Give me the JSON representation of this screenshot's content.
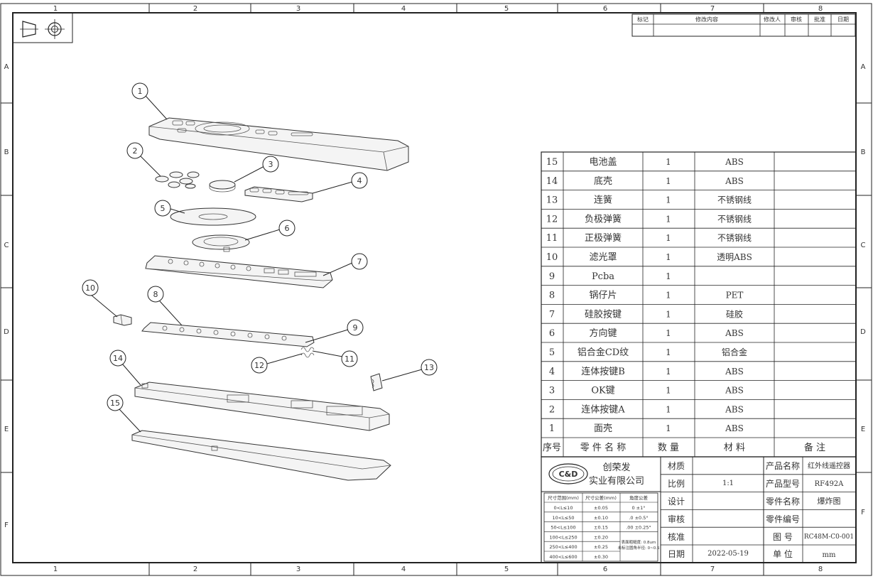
{
  "frame": {
    "columns": [
      "1",
      "2",
      "3",
      "4",
      "5",
      "6",
      "7",
      "8"
    ],
    "rows": [
      "A",
      "B",
      "C",
      "D",
      "E",
      "F"
    ]
  },
  "revision_block": {
    "headers": [
      "标记",
      "修改内容",
      "修改人",
      "审核",
      "批准",
      "日期"
    ]
  },
  "callouts": [
    "1",
    "2",
    "3",
    "4",
    "5",
    "6",
    "7",
    "8",
    "9",
    "10",
    "11",
    "12",
    "13",
    "14",
    "15"
  ],
  "bom": {
    "rows": [
      {
        "no": "15",
        "name": "电池盖",
        "qty": "1",
        "material": "ABS",
        "note": ""
      },
      {
        "no": "14",
        "name": "底壳",
        "qty": "1",
        "material": "ABS",
        "note": ""
      },
      {
        "no": "13",
        "name": "连簧",
        "qty": "1",
        "material": "不锈钢线",
        "note": ""
      },
      {
        "no": "12",
        "name": "负极弹簧",
        "qty": "1",
        "material": "不锈钢线",
        "note": ""
      },
      {
        "no": "11",
        "name": "正极弹簧",
        "qty": "1",
        "material": "不锈钢线",
        "note": ""
      },
      {
        "no": "10",
        "name": "滤光罩",
        "qty": "1",
        "material": "透明ABS",
        "note": ""
      },
      {
        "no": "9",
        "name": "Pcba",
        "qty": "1",
        "material": "",
        "note": ""
      },
      {
        "no": "8",
        "name": "锅仔片",
        "qty": "1",
        "material": "PET",
        "note": ""
      },
      {
        "no": "7",
        "name": "硅胶按键",
        "qty": "1",
        "material": "硅胶",
        "note": ""
      },
      {
        "no": "6",
        "name": "方向键",
        "qty": "1",
        "material": "ABS",
        "note": ""
      },
      {
        "no": "5",
        "name": "铝合金CD纹",
        "qty": "1",
        "material": "铝合金",
        "note": ""
      },
      {
        "no": "4",
        "name": "连体按键B",
        "qty": "1",
        "material": "ABS",
        "note": ""
      },
      {
        "no": "3",
        "name": "OK键",
        "qty": "1",
        "material": "ABS",
        "note": ""
      },
      {
        "no": "2",
        "name": "连体按键A",
        "qty": "1",
        "material": "ABS",
        "note": ""
      },
      {
        "no": "1",
        "name": "面壳",
        "qty": "1",
        "material": "ABS",
        "note": ""
      }
    ],
    "header": {
      "no": "序号",
      "name": "零 件 名 称",
      "qty": "数 量",
      "material": "材 料",
      "note": "备 注"
    }
  },
  "title_block": {
    "logo_text": "C&D",
    "company_line1": "创荣发",
    "company_line2": "实业有限公司",
    "material_label": "材质",
    "material_value": "",
    "scale_label": "比例",
    "scale_value": "1:1",
    "design_label": "设计",
    "design_value": "",
    "review_label": "审核",
    "review_value": "",
    "approve_label": "核准",
    "approve_value": "",
    "date_label": "日期",
    "date_value": "2022-05-19",
    "product_name_label": "产品名称",
    "product_name_value": "红外线遥控器",
    "product_model_label": "产品型号",
    "product_model_value": "RF492A",
    "part_name_label": "零件名称",
    "part_name_value": "爆炸图",
    "part_no_label": "零件编号",
    "part_no_value": "",
    "drawing_no_label": "图    号",
    "drawing_no_value": "RC48M-C0-001",
    "unit_label": "单    位",
    "unit_value": "mm"
  },
  "tolerance_table": {
    "headers": [
      "尺寸范围(mm)",
      "尺寸公差(mm)",
      "角度公差"
    ],
    "rows": [
      [
        "0<L≤10",
        "±0.05",
        "0    ±1°"
      ],
      [
        "10<L≤50",
        "±0.10",
        ".0    ±0.5°"
      ],
      [
        "50<L≤100",
        "±0.15",
        ".00    ±0.25°"
      ],
      [
        "100<L≤250",
        "±0.20",
        ""
      ],
      [
        "250<L≤400",
        "±0.25",
        ""
      ],
      [
        "400<L≤600",
        "±0.30",
        ""
      ]
    ],
    "note1": "表面粗糙度: 0.8um",
    "note2": "未标注圆角半径: 0~0.5"
  }
}
